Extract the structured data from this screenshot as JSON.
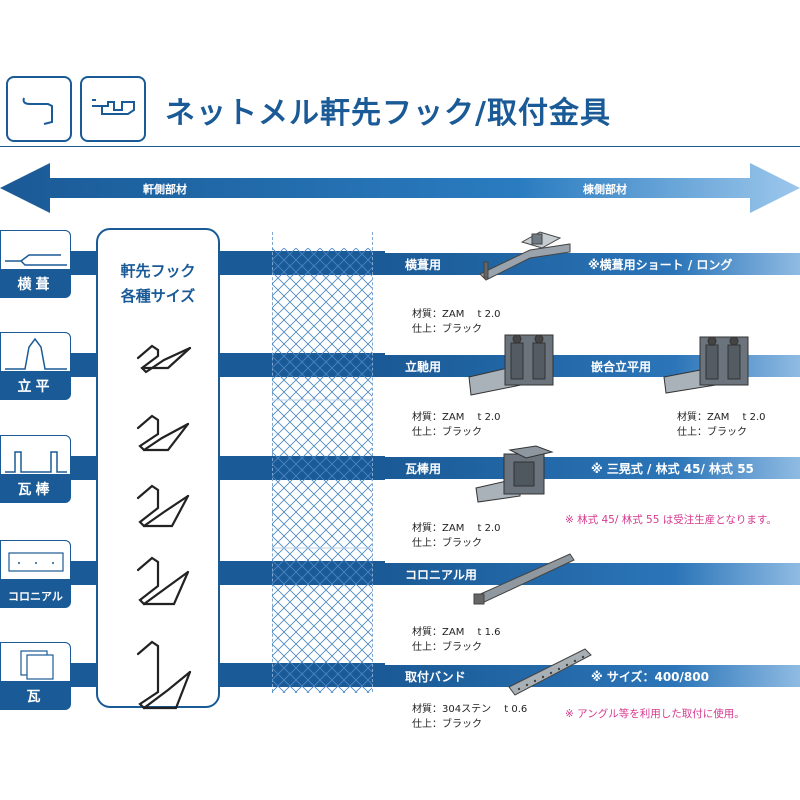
{
  "header": {
    "title": "ネットメル軒先フック/取付金具",
    "icon1": "eaves-hook-icon",
    "icon2": "bracket-icon"
  },
  "arrow": {
    "left_label": "軒側部材",
    "right_label": "棟側部材"
  },
  "roof_types": [
    {
      "label": "横葺"
    },
    {
      "label": "立平"
    },
    {
      "label": "瓦棒"
    },
    {
      "label": "コロニアル"
    },
    {
      "label": "瓦"
    }
  ],
  "hook_panel": {
    "title_line1": "軒先フック",
    "title_line2": "各種サイズ"
  },
  "products": [
    {
      "name": "横葺用",
      "note": "※横葺用ショート / ロング",
      "spec_material": "材質：ZAM　 t 2.0",
      "spec_finish": "仕上：ブラック"
    },
    {
      "name": "立馳用",
      "spec_material": "材質：ZAM　 t 2.0",
      "spec_finish": "仕上：ブラック",
      "name2": "嵌合立平用",
      "spec2_material": "材質：ZAM　 t 2.0",
      "spec2_finish": "仕上：ブラック"
    },
    {
      "name": "瓦棒用",
      "note": "※ 三晃式 / 林式 45/ 林式 55",
      "spec_material": "材質：ZAM　 t 2.0",
      "spec_finish": "仕上：ブラック",
      "remark": "※ 林式 45/ 林式 55 は受注生産となります。"
    },
    {
      "name": "コロニアル用",
      "spec_material": "材質：ZAM　 t 1.6",
      "spec_finish": "仕上：ブラック"
    },
    {
      "name": "取付バンド",
      "note": "※ サイズ：400/800",
      "spec_material": "材質：304ステン　 t 0.6",
      "spec_finish": "仕上：ブラック",
      "remark": "※ アングル等を利用した取付に使用。"
    }
  ],
  "colors": {
    "brand": "#1a5a96",
    "note": "#d63a8f"
  }
}
